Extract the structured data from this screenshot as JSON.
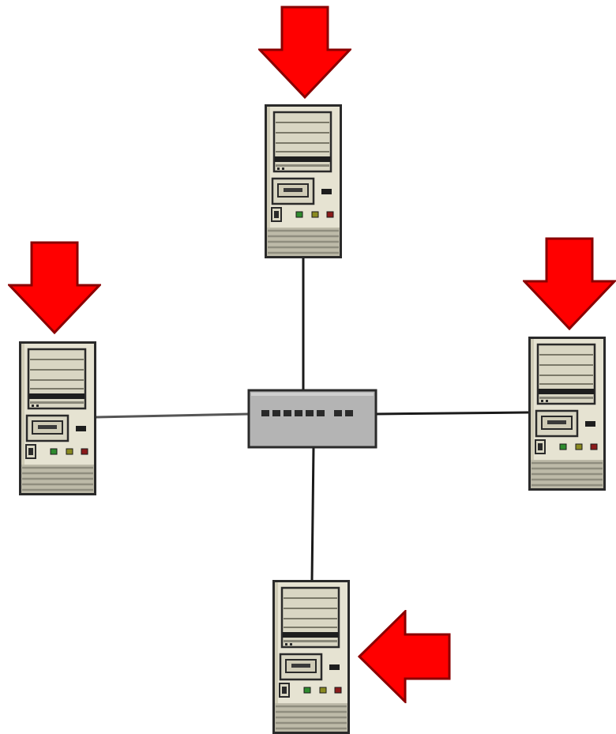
{
  "diagram": {
    "type": "star-network-topology",
    "hub": {
      "icon": "network-switch-icon",
      "port_count": 8
    },
    "nodes": [
      {
        "id": "top",
        "icon": "tower-computer-icon",
        "arrow": "down-arrow-icon"
      },
      {
        "id": "left",
        "icon": "tower-computer-icon",
        "arrow": "down-arrow-icon"
      },
      {
        "id": "right",
        "icon": "tower-computer-icon",
        "arrow": "down-arrow-icon"
      },
      {
        "id": "bottom",
        "icon": "tower-computer-icon",
        "arrow": "left-arrow-icon"
      }
    ],
    "links": [
      {
        "from": "hub",
        "to": "top"
      },
      {
        "from": "hub",
        "to": "left"
      },
      {
        "from": "hub",
        "to": "right"
      },
      {
        "from": "hub",
        "to": "bottom"
      }
    ]
  },
  "colors": {
    "background": "#ffffff",
    "arrow_fill": "#ff0000",
    "arrow_outline": "#8a0000",
    "cable": "#1a1a1a",
    "case_beige": "#e6e3d2",
    "case_outline": "#2a2a2a",
    "switch_fill": "#b4b4b4",
    "led_green": "#2e8b2e",
    "led_olive": "#8a8a20",
    "led_red": "#8b1a1a"
  }
}
